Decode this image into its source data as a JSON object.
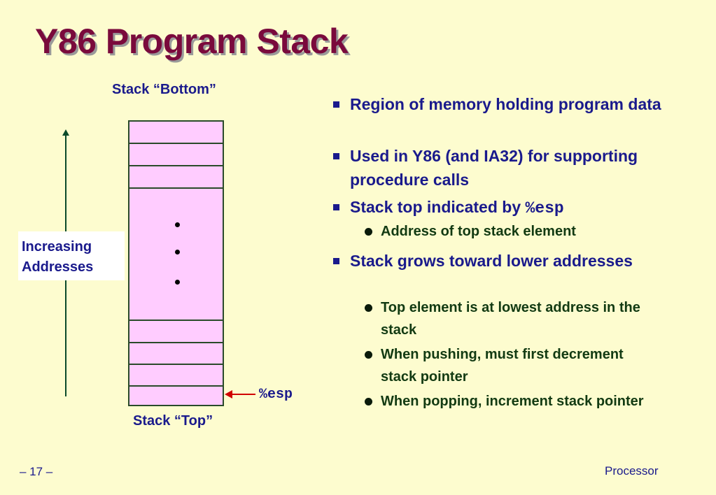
{
  "slide": {
    "title": "Y86 Program Stack",
    "footer_left": "– 17 –",
    "footer_right": "Processor"
  },
  "diagram": {
    "bottom_label": "Stack “Bottom”",
    "top_label": "Stack “Top”",
    "address_label_line1": "Increasing",
    "address_label_line2": "Addresses",
    "esp_label": "%esp",
    "ellipsis": [
      "•",
      "•",
      "•"
    ]
  },
  "bullets": [
    {
      "text": "Region of memory holding program data",
      "sub": []
    },
    {
      "text": "Used in Y86 (and IA32) for supporting procedure calls",
      "sub": []
    },
    {
      "text": "Stack top indicated by ",
      "code": "%esp",
      "sub": [
        "Address of top stack element"
      ]
    },
    {
      "text": "Stack grows toward lower addresses",
      "sub": [
        "Top element is at lowest address in the stack",
        "When pushing, must first decrement stack pointer",
        "When popping, increment stack pointer"
      ]
    }
  ],
  "colors": {
    "background": "#fdfccf",
    "title": "#7a0a3c",
    "stack_fill": "#ffccff",
    "esp_arrow": "#d00000"
  }
}
